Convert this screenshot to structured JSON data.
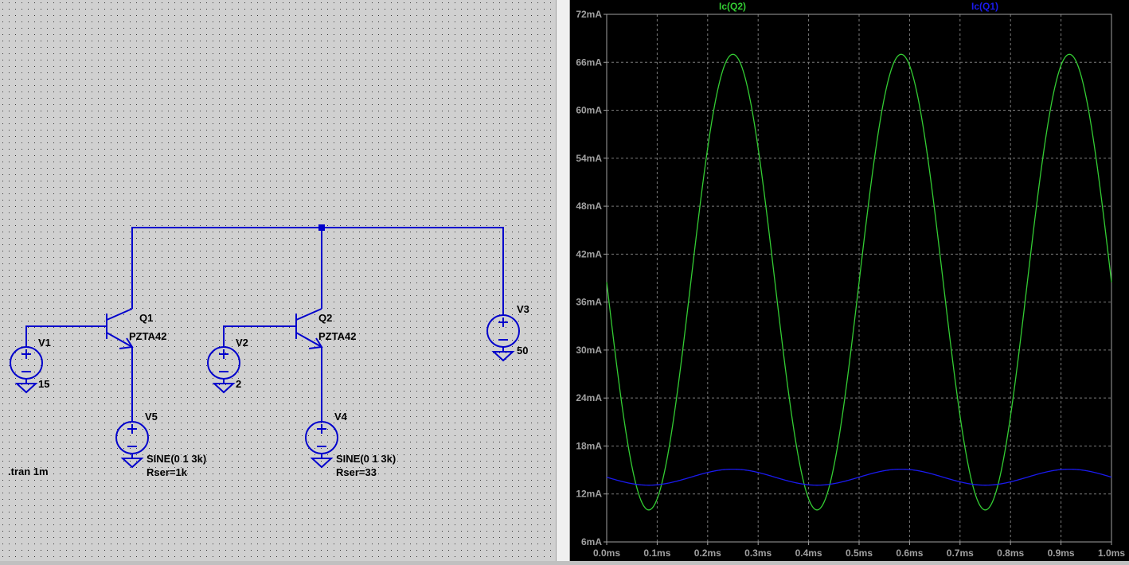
{
  "schematic": {
    "directive": ".tran 1m",
    "components": {
      "q1": {
        "name": "Q1",
        "model": "PZTA42"
      },
      "q2": {
        "name": "Q2",
        "model": "PZTA42"
      },
      "v1": {
        "name": "V1",
        "value": "15"
      },
      "v2": {
        "name": "V2",
        "value": "2"
      },
      "v3": {
        "name": "V3",
        "value": "50"
      },
      "v4": {
        "name": "V4",
        "value": "SINE(0 1 3k)",
        "rser": "Rser=33"
      },
      "v5": {
        "name": "V5",
        "value": "SINE(0 1 3k)",
        "rser": "Rser=1k"
      }
    },
    "colors": {
      "wire": "#0000cc",
      "background": "#d0d0d0",
      "grid_dot": "#000000"
    }
  },
  "plot": {
    "traces": [
      {
        "label": "Ic(Q2)",
        "color": "#33cc33"
      },
      {
        "label": "Ic(Q1)",
        "color": "#1a1aee"
      }
    ],
    "colors": {
      "background": "#000000",
      "grid": "#7a7a7a",
      "axis_text": "#a0a0a0"
    }
  },
  "chart_data": {
    "type": "line",
    "xlim": [
      0,
      1.0
    ],
    "ylim": [
      6,
      72
    ],
    "x_ticks": [
      "0.0ms",
      "0.1ms",
      "0.2ms",
      "0.3ms",
      "0.4ms",
      "0.5ms",
      "0.6ms",
      "0.7ms",
      "0.8ms",
      "0.9ms",
      "1.0ms"
    ],
    "y_ticks": [
      "72mA",
      "66mA",
      "60mA",
      "54mA",
      "48mA",
      "42mA",
      "36mA",
      "30mA",
      "24mA",
      "18mA",
      "12mA",
      "6mA"
    ],
    "grid": true,
    "legend": "top",
    "series": [
      {
        "name": "Ic(Q2)",
        "waveform": "sine",
        "frequency_khz": 3,
        "mean": 38.5,
        "amplitude": 28.5,
        "start_phase": "falling"
      },
      {
        "name": "Ic(Q1)",
        "waveform": "sine",
        "frequency_khz": 3,
        "mean": 14.1,
        "amplitude": 1.0,
        "start_phase": "falling"
      }
    ]
  }
}
